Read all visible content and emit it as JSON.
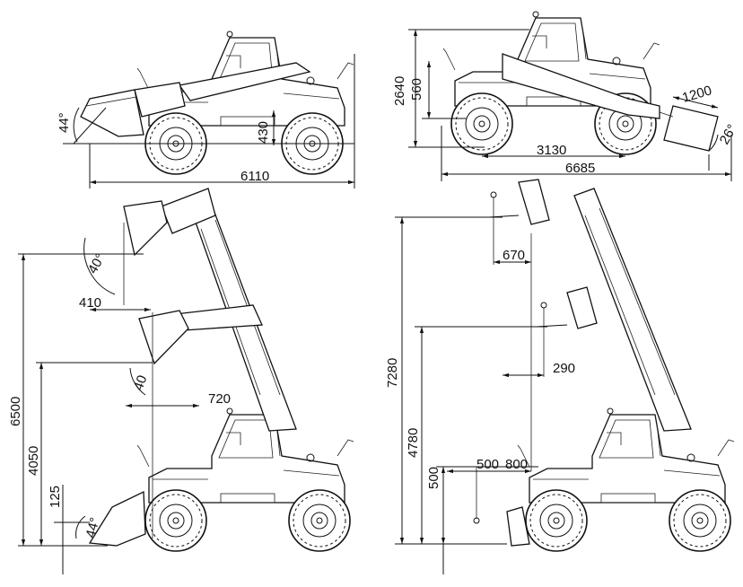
{
  "views": {
    "side_bucket": {
      "height_430": "430",
      "bucket_angle": "44°",
      "overall_length": "6110"
    },
    "side_platform": {
      "height_2640": "2640",
      "height_560": "560",
      "wheelbase": "3130",
      "overall_length": "6685",
      "platform_width": "1200",
      "platform_angle": "26°"
    },
    "lift_bucket": {
      "max_height": "6500",
      "mid_height": "4050",
      "ground_125": "125",
      "reach_410": "410",
      "reach_720": "720",
      "tilt_top": "40°",
      "tilt_mid": "40",
      "tilt_ground": "44°"
    },
    "lift_forks": {
      "max_height": "7280",
      "mid_height": "4780",
      "ground_500": "500",
      "reach_670": "670",
      "reach_290": "290",
      "reach_500": "500",
      "reach_800": "800"
    }
  },
  "colors": {
    "line": "#111111",
    "background": "#ffffff"
  }
}
